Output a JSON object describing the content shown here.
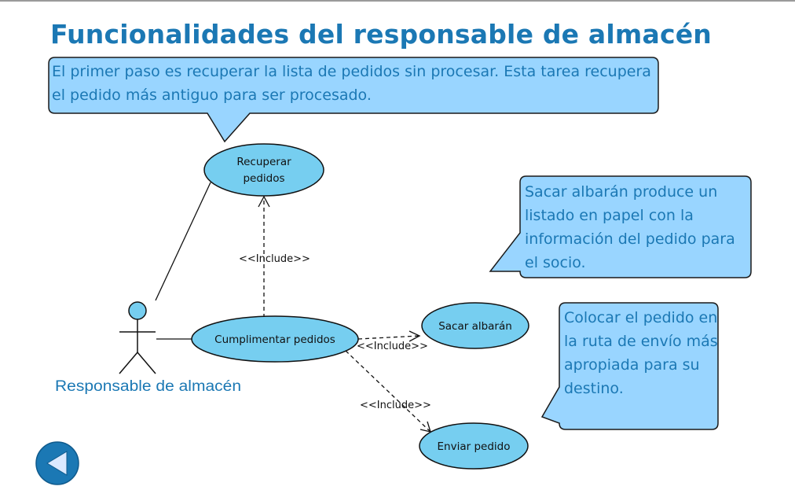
{
  "title": "Funcionalidades del responsable de almacén",
  "notes": {
    "recuperar": "El primer paso es recuperar la lista de pedidos sin procesar. Esta tarea recupera el pedido más antiguo para ser procesado.",
    "albaran": "Sacar albarán produce un listado en papel con la información del pedido para el socio.",
    "colocar": "Colocar el pedido en la ruta de envío más apropiada para su destino."
  },
  "actor": {
    "name": "Responsable de almacén"
  },
  "use_cases": {
    "recuperar_line1": "Recuperar",
    "recuperar_line2": "pedidos",
    "cumplimentar": "Cumplimentar pedidos",
    "sacar": "Sacar albarán",
    "enviar": "Enviar pedido"
  },
  "relations": {
    "include_1": "<<Include>>",
    "include_2": "<<Include>>",
    "include_3": "<<Include>>"
  },
  "colors": {
    "title": "#1b78b4",
    "note_fill": "#99d5ff",
    "usecase_fill": "#76cef0",
    "button": "#1b78b4"
  },
  "navigation": {
    "back_icon": "triangle-left-icon"
  }
}
